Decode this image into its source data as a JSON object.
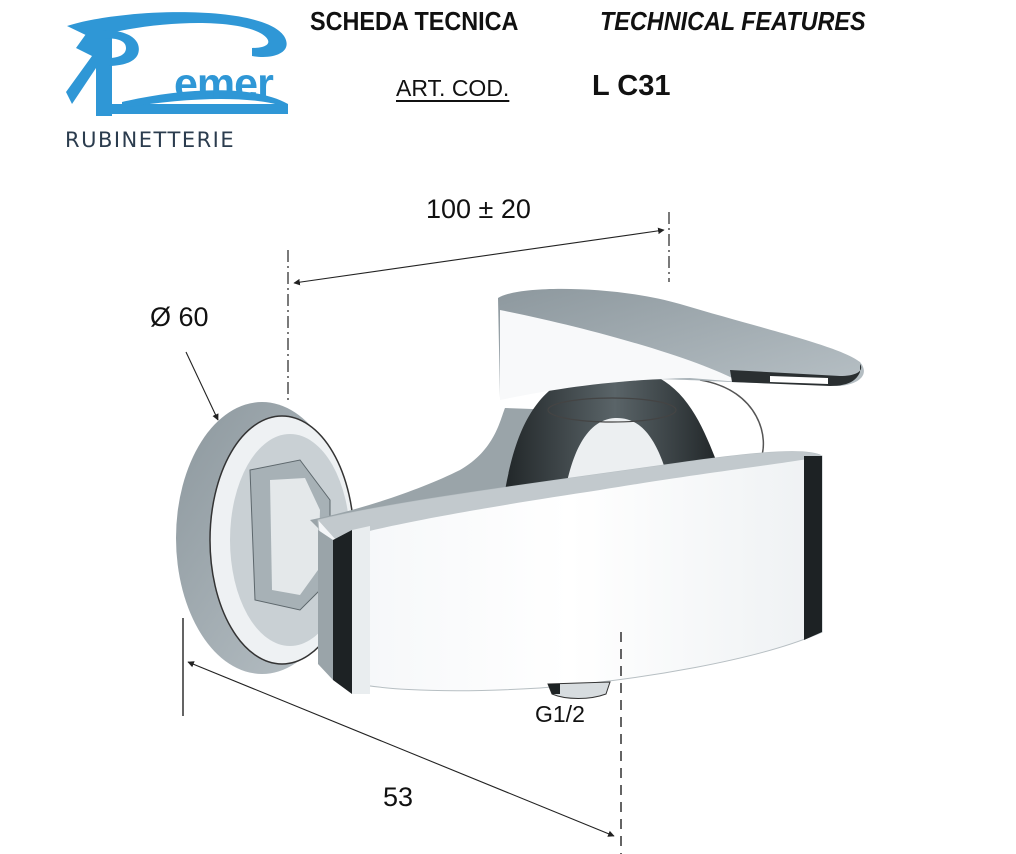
{
  "brand": {
    "name": "Remer",
    "wordmark": "emer",
    "subtitle": "RUBINETTERIE",
    "color": "#2f97d6",
    "subtitle_color": "#2b3c4e"
  },
  "header": {
    "title_it": "SCHEDA TECNICA",
    "title_en": "TECHNICAL FEATURES",
    "article_label": "ART. COD.",
    "article_code": "L C31"
  },
  "drawing": {
    "product": "wall-mounted single-lever shower mixer",
    "dimensions": {
      "width": "100 ± 20",
      "diameter": "Ø 60",
      "depth": "53",
      "connection": "G1/2"
    }
  }
}
